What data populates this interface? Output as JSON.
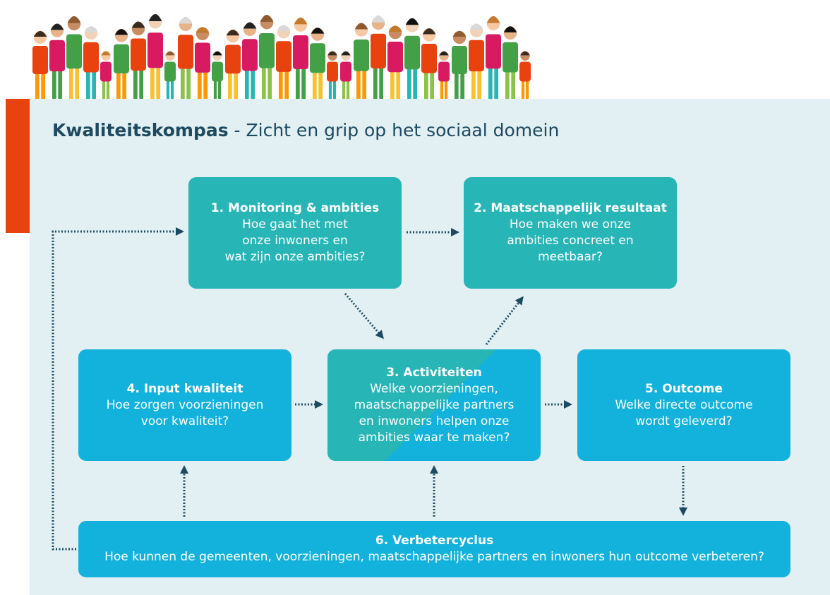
{
  "title": {
    "bold": "Kwaliteitskompas",
    "rest": " - Zicht en grip op het sociaal domein"
  },
  "colors": {
    "panel": "#e2eff3",
    "accent": "#e8420e",
    "box_teal": "#27b5b6",
    "box_blue": "#12b2dc",
    "arrow": "#1d4a5f",
    "title": "#1d4a5f"
  },
  "header_illustration": "crowd-of-people",
  "boxes": {
    "monitoring": {
      "title": "1. Monitoring & ambities",
      "question": "Hoe gaat het met\nonze inwoners en\nwat zijn onze ambities?"
    },
    "resultaat": {
      "title": "2. Maatschappelijk resultaat",
      "question": "Hoe maken we onze\nambities concreet en\nmeetbaar?"
    },
    "activiteiten": {
      "title": "3. Activiteiten",
      "question": "Welke voorzieningen,\nmaatschappelijke partners\nen inwoners helpen onze\nambities waar te maken?"
    },
    "input": {
      "title": "4. Input kwaliteit",
      "question": "Hoe zorgen voorzieningen\nvoor kwaliteit?"
    },
    "outcome": {
      "title": "5. Outcome",
      "question": "Welke directe outcome\nwordt geleverd?"
    },
    "verbeter": {
      "title": "6. Verbetercyclus",
      "question": "Hoe kunnen de gemeenten, voorzieningen, maatschappelijke partners en inwoners hun outcome verbeteren?"
    }
  }
}
